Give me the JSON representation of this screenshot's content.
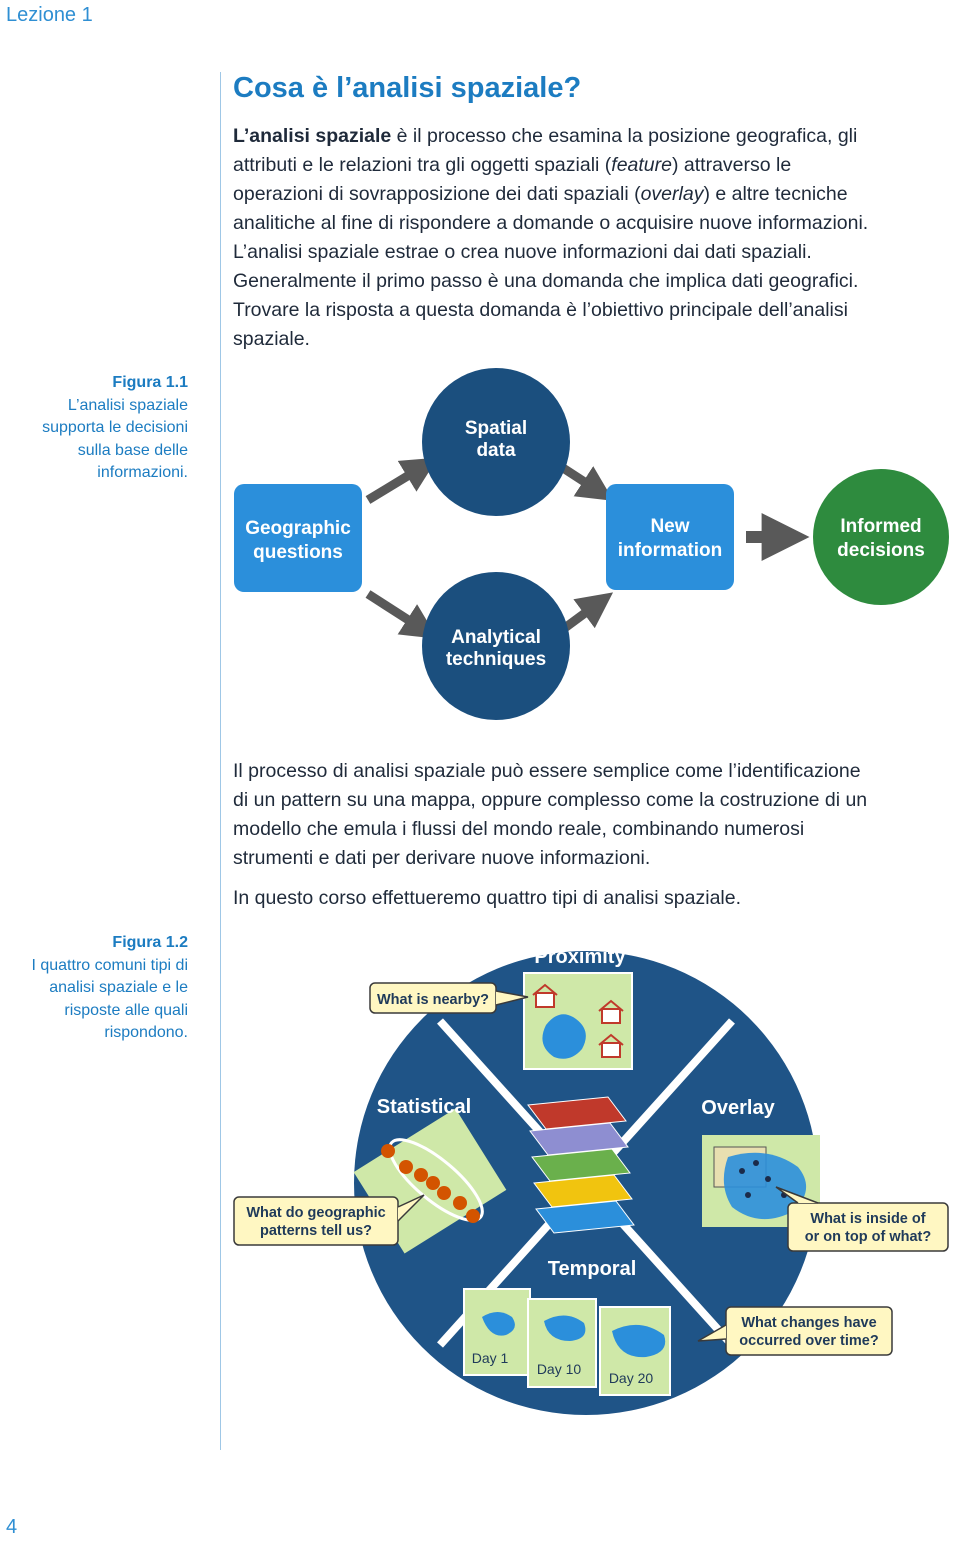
{
  "header": {
    "lesson": "Lezione 1"
  },
  "section": {
    "title": "Cosa è l’analisi spaziale?"
  },
  "intro": {
    "term": "L’analisi spaziale",
    "l1_rest": " è il processo che esamina la posizione geografica, gli",
    "l2_pre": "attributi e le relazioni tra gli oggetti spaziali (",
    "l2_em": "feature",
    "l2_post": ") attraverso le",
    "l3": "operazioni di sovrapposizione dei dati spaziali (",
    "l3_em": "overlay",
    "l3_post": ") e altre tecniche",
    "l4": "analitiche al fine di rispondere a domande o acquisire nuove informazioni.",
    "l5": "L’analisi spaziale estrae o crea nuove informazioni dai dati spaziali.",
    "l6": "Generalmente il primo passo è una domanda che implica dati geografici.",
    "l7": "Trovare la risposta a questa domanda è l’obiettivo principale dell’analisi",
    "l8": "spaziale."
  },
  "figure1": {
    "caption_num": "Figura 1.1",
    "caption_text": "L’analisi spaziale supporta le decisioni sulla base delle informazioni.",
    "spatial_data": [
      "Spatial",
      "data"
    ],
    "geographic_questions": [
      "Geographic",
      "questions"
    ],
    "new_information": [
      "New",
      "information"
    ],
    "informed_decisions": [
      "Informed",
      "decisions"
    ],
    "analytical_techniques": [
      "Analytical",
      "techniques"
    ],
    "colors": {
      "dark_blue": "#1b4f7e",
      "bright_blue": "#2b8fdb",
      "green": "#2e8b3e",
      "arrow": "#595959"
    }
  },
  "body2": {
    "p1": [
      "Il processo di analisi spaziale può essere semplice come l’identificazione",
      "di un pattern su una mappa, oppure complesso come la costruzione di un",
      "modello che emula i flussi del mondo reale, combinando numerosi",
      "strumenti e dati per derivare nuove informazioni."
    ],
    "p2": "In questo corso effettueremo quattro tipi di analisi spaziale."
  },
  "figure2": {
    "caption_num": "Figura 1.2",
    "caption_text": "I quattro comuni tipi di analisi spaziale e le risposte alle quali rispondono.",
    "proximity": "Proximity",
    "statistical": "Statistical",
    "overlay": "Overlay",
    "temporal": "Temporal",
    "q_nearby": "What is nearby?",
    "q_patterns": [
      "What do geographic",
      "patterns tell us?"
    ],
    "q_inside": [
      "What is inside of",
      "or on top of what?"
    ],
    "q_changes": [
      "What changes have",
      "occurred over time?"
    ],
    "days": [
      "Day 1",
      "Day 10",
      "Day 20"
    ],
    "colors": {
      "circle": "#1f5487",
      "callout": "#fff7c2",
      "callout_border": "#3a3a3a",
      "panel": "#cfe8a8",
      "water": "#2b8fdb"
    }
  },
  "page": {
    "number": "4"
  }
}
